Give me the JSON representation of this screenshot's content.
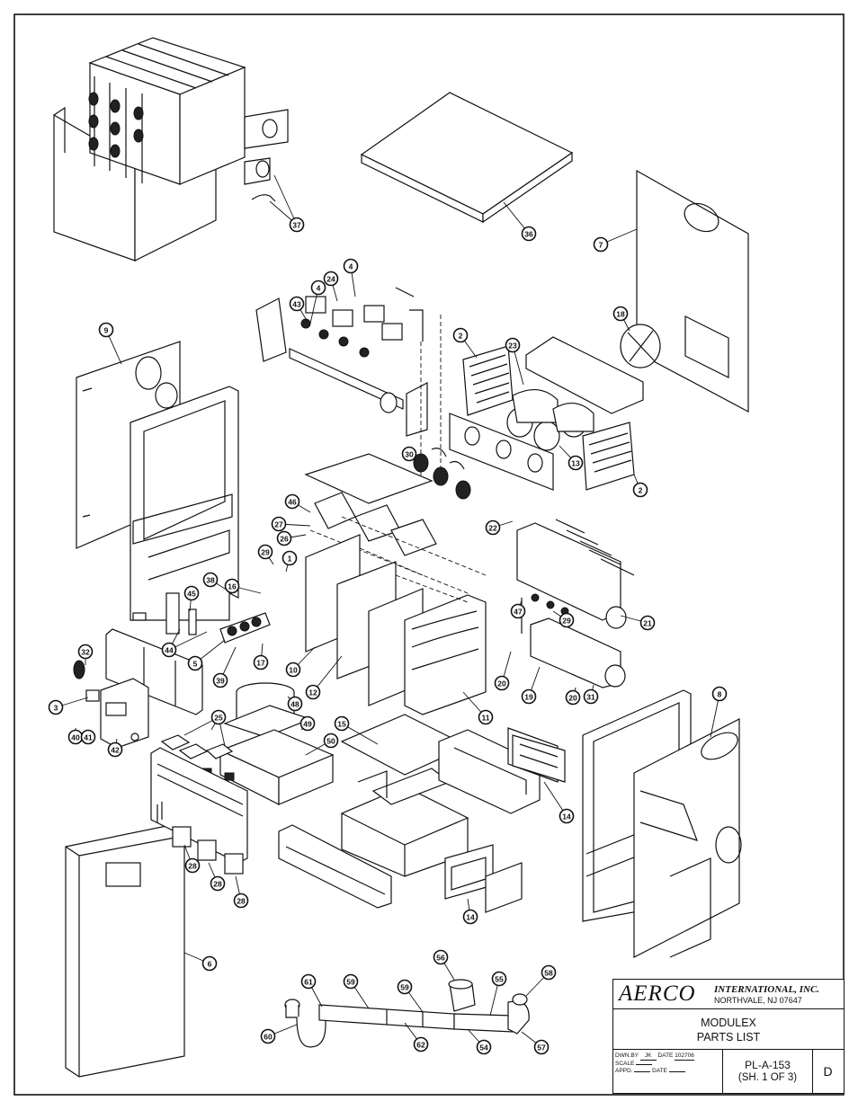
{
  "drawing": {
    "company_logo": "AERCO",
    "company_suffix": "INTERNATIONAL, INC.",
    "company_address": "NORTHVALE, NJ 07647",
    "title_line1": "MODULEX",
    "title_line2": "PARTS LIST",
    "drawn_by_label": "DWN.BY",
    "drawn_by_value": "JK",
    "date_label": "DATE",
    "drawn_date_value": "102706",
    "scale_label": "SCALE",
    "approved_label": "APPD.",
    "approved_date_label": "DATE",
    "drawing_number": "PL-A-153",
    "sheet": "(SH. 1 OF 3)",
    "revision": "D"
  },
  "callouts": [
    "37",
    "36",
    "7",
    "4",
    "24",
    "4",
    "43",
    "2",
    "23",
    "18",
    "9",
    "30",
    "13",
    "2",
    "22",
    "46",
    "27",
    "26",
    "29",
    "1",
    "38",
    "16",
    "45",
    "47",
    "29",
    "21",
    "44",
    "5",
    "17",
    "39",
    "10",
    "12",
    "11",
    "20",
    "19",
    "20",
    "31",
    "32",
    "3",
    "25",
    "48",
    "49",
    "15",
    "50",
    "8",
    "40",
    "41",
    "42",
    "14",
    "28",
    "28",
    "28",
    "14",
    "6",
    "56",
    "58",
    "61",
    "59",
    "59",
    "55",
    "60",
    "62",
    "54",
    "57"
  ]
}
